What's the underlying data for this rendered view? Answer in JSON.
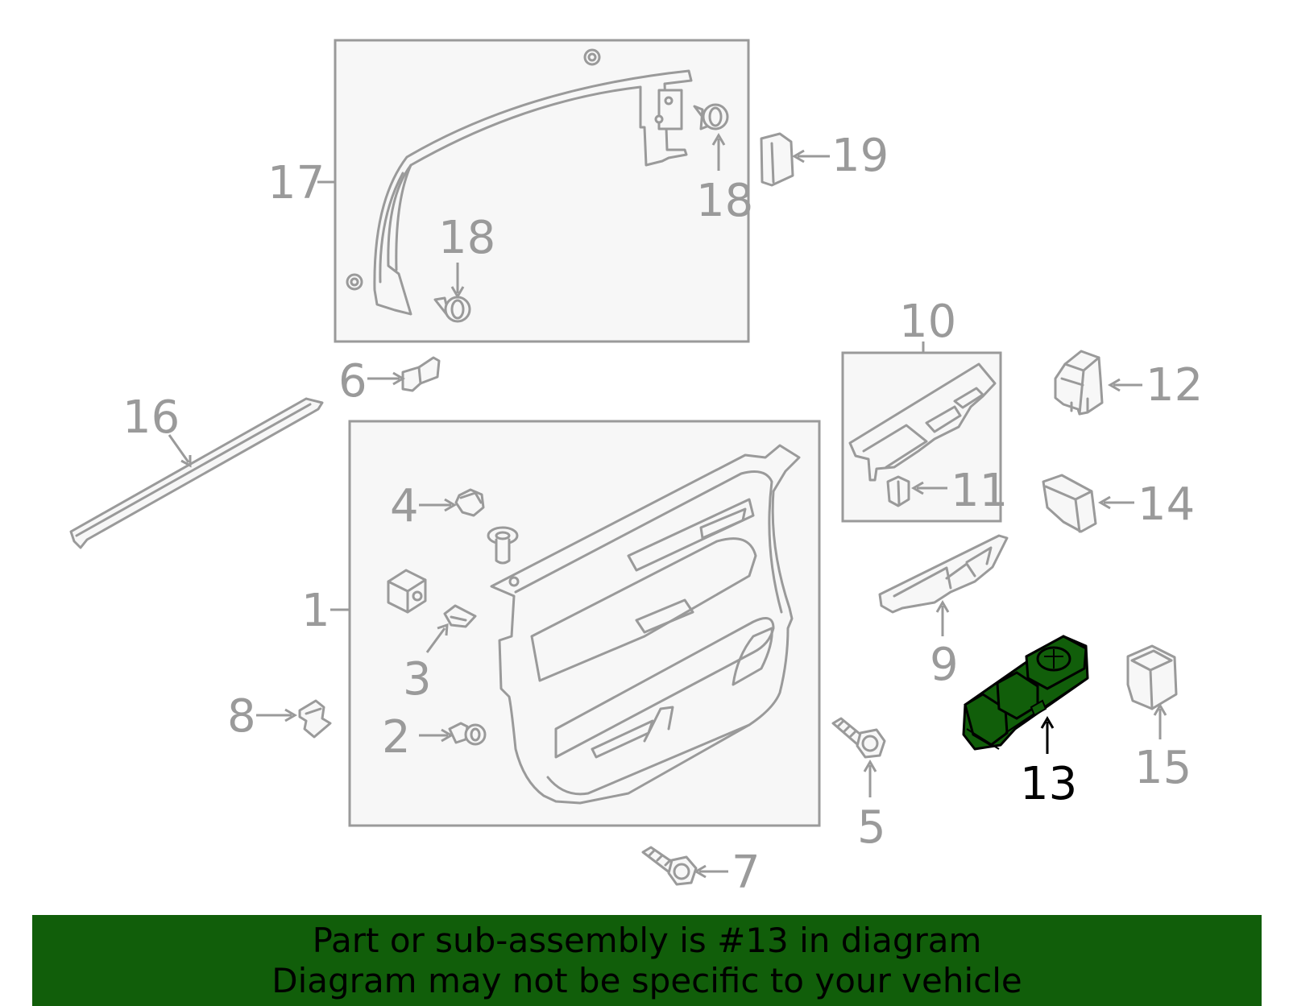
{
  "diagram": {
    "callouts": [
      {
        "id": "1",
        "label": "1"
      },
      {
        "id": "2",
        "label": "2"
      },
      {
        "id": "3",
        "label": "3"
      },
      {
        "id": "4",
        "label": "4"
      },
      {
        "id": "5",
        "label": "5"
      },
      {
        "id": "6",
        "label": "6"
      },
      {
        "id": "7",
        "label": "7"
      },
      {
        "id": "8",
        "label": "8"
      },
      {
        "id": "9",
        "label": "9"
      },
      {
        "id": "10",
        "label": "10"
      },
      {
        "id": "11",
        "label": "11"
      },
      {
        "id": "12",
        "label": "12"
      },
      {
        "id": "13",
        "label": "13",
        "highlighted": true
      },
      {
        "id": "14",
        "label": "14"
      },
      {
        "id": "15",
        "label": "15"
      },
      {
        "id": "16",
        "label": "16"
      },
      {
        "id": "17",
        "label": "17"
      },
      {
        "id": "18a",
        "label": "18"
      },
      {
        "id": "18b",
        "label": "18"
      },
      {
        "id": "19",
        "label": "19"
      }
    ],
    "colors": {
      "line_art": "#9a9a9a",
      "highlight_part": "#115e0a",
      "highlight_label": "#000000",
      "banner_bg": "#115e0a"
    }
  },
  "banner": {
    "line1": "Part or sub-assembly is #13 in diagram",
    "line2": "Diagram may not be specific to your vehicle"
  }
}
